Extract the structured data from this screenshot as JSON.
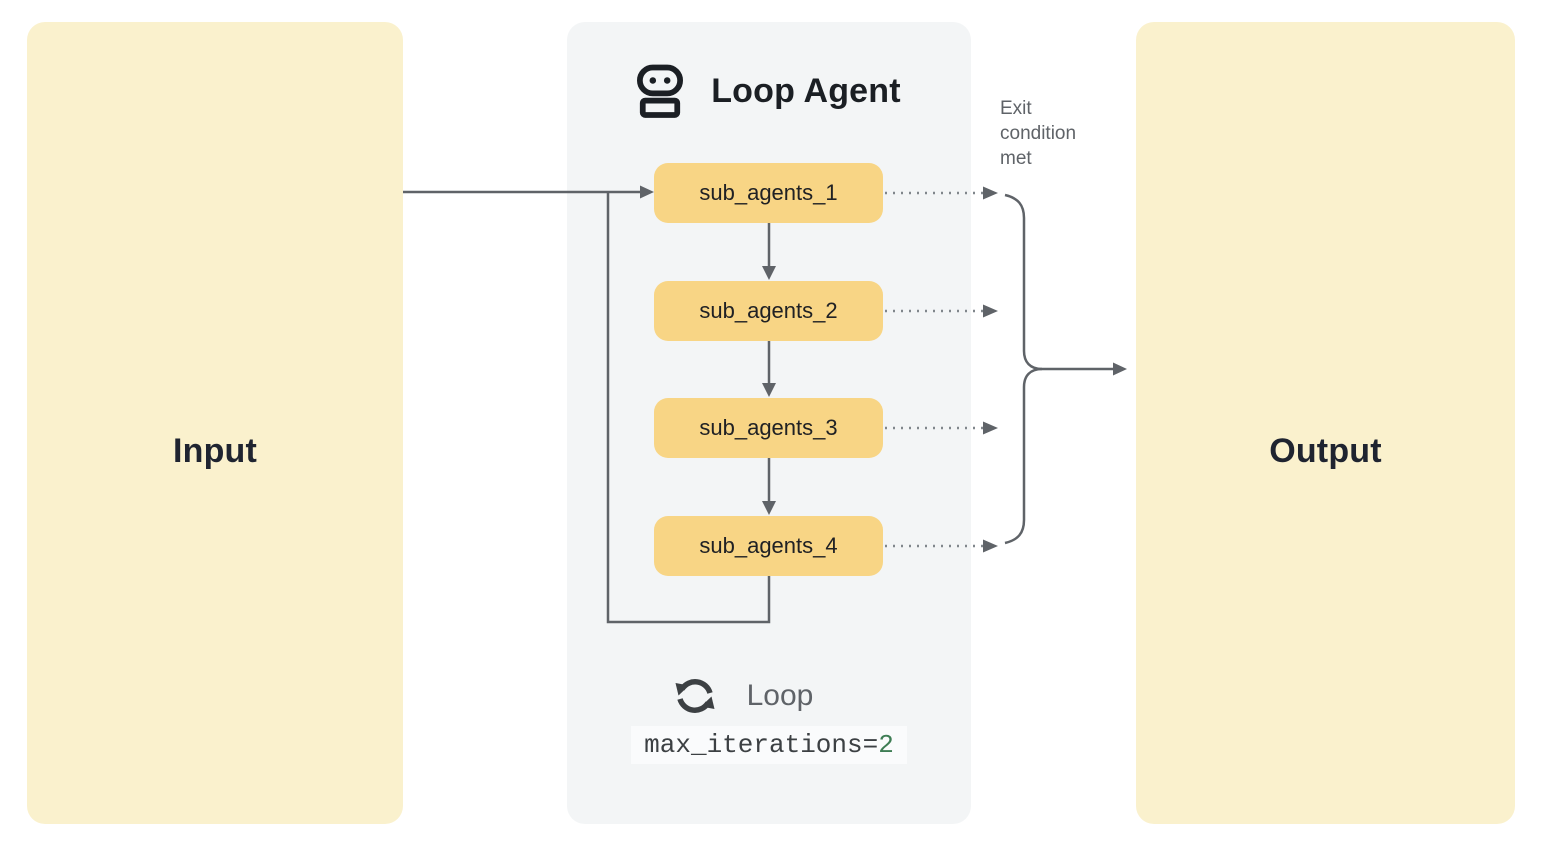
{
  "diagram": {
    "input_label": "Input",
    "output_label": "Output",
    "exit_label": "Exit condition met",
    "panel": {
      "title": "Loop Agent",
      "title_icon": "robot-icon",
      "sub_agents": [
        "sub_agents_1",
        "sub_agents_2",
        "sub_agents_3",
        "sub_agents_4"
      ],
      "loop_label": "Loop",
      "loop_icon": "sync-loop-icon",
      "code": {
        "text": "max_iterations=",
        "value": "2"
      }
    }
  },
  "colors": {
    "io_box_fill": "#FAF1CD",
    "panel_fill": "#F3F5F6",
    "agent_box_fill": "#F8D585",
    "text_dark": "#202124",
    "text_gray": "#5F6368",
    "connector": "#5F6368",
    "connector_dot": "#80868B",
    "code_value_green": "#3E7D54",
    "code_bg": "#FAFBFC"
  }
}
